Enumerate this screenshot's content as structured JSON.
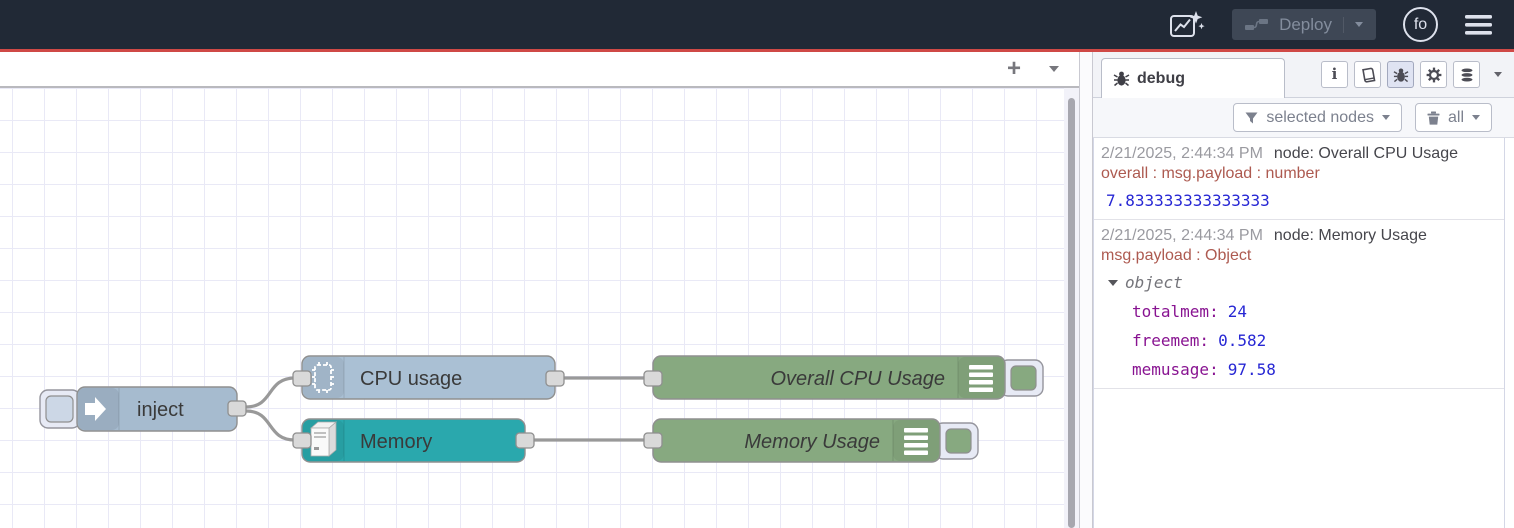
{
  "header": {
    "deploy": {
      "label": "Deploy"
    },
    "avatar": {
      "label": "fo"
    }
  },
  "icons": {
    "plus": "+",
    "info": "i"
  },
  "flow": {
    "nodes": [
      {
        "label": "inject",
        "type": "inject",
        "color": "#a6bbcf"
      },
      {
        "label": "CPU usage",
        "type": "cpu",
        "color": "#aac0d4"
      },
      {
        "label": "Memory",
        "type": "memory",
        "color": "#2aa8ad"
      },
      {
        "label": "Overall CPU Usage",
        "type": "debug",
        "color": "#87a980"
      },
      {
        "label": "Memory Usage",
        "type": "debug",
        "color": "#87a980"
      }
    ]
  },
  "sidebar": {
    "tab": {
      "label": "debug"
    },
    "toolbar": {
      "filter_label": "selected nodes",
      "clear_label": "all"
    },
    "messages": [
      {
        "timestamp": "2/21/2025, 2:44:34 PM",
        "source": "node: Overall CPU Usage",
        "meta": "overall : msg.payload : number",
        "value": "7.833333333333333"
      },
      {
        "timestamp": "2/21/2025, 2:44:34 PM",
        "source": "node: Memory Usage",
        "meta": "msg.payload : Object",
        "object_label": "object",
        "props": [
          {
            "key": "totalmem:",
            "value": "24"
          },
          {
            "key": "freemem:",
            "value": "0.582"
          },
          {
            "key": "memusage:",
            "value": "97.58"
          }
        ]
      }
    ]
  },
  "colors": {
    "header_bg": "#212936",
    "accent_red": "#cf4946",
    "inject_node": "#a6bbcf",
    "cpu_node": "#aac0d4",
    "memory_node": "#2aa8ad",
    "debug_node": "#87a980",
    "debug_number_text": "#2727d4",
    "debug_key_text": "#881391",
    "debug_meta_text": "#ad5a50",
    "wire": "#999999"
  }
}
